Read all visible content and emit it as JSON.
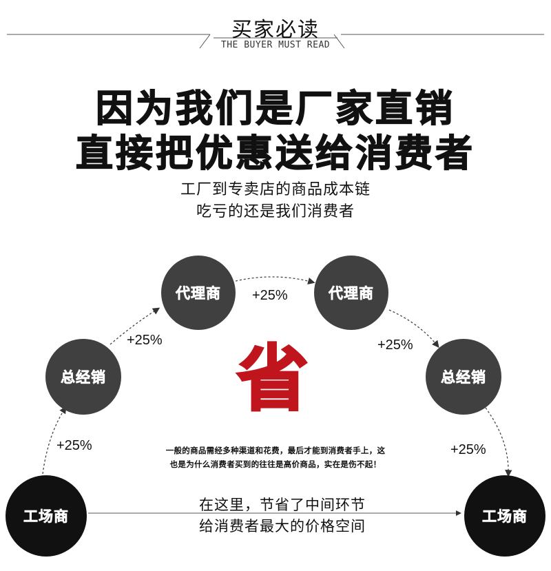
{
  "header": {
    "title": "买家必读",
    "subtitle": "THE BUYER MUST READ"
  },
  "headline": {
    "line1": "因为我们是厂家直销",
    "line2": "直接把优惠送给消费者"
  },
  "subline": {
    "line1": "工厂到专卖店的商品成本链",
    "line2": "吃亏的还是我们消费者"
  },
  "nodes": {
    "factory_left": "工场商",
    "distributor_left": "总经销",
    "agent_left": "代理商",
    "agent_right": "代理商",
    "distributor_right": "总经销",
    "factory_right": "工场商"
  },
  "markups": {
    "m1": "+25%",
    "m2": "+25%",
    "m3": "+25%",
    "m4": "+25%",
    "m5": "+25%"
  },
  "center": {
    "save_char": "省",
    "desc_line1": "一般的商品需经多种渠道和花费，最后才能到消费者手上，这",
    "desc_line2": "也是为什么消费者买到的往往是高价商品，实在是伤不起！"
  },
  "bottom": {
    "line1": "在这里，节省了中间环节",
    "line2": "给消费者最大的价格空间"
  },
  "colors": {
    "accent_red": "#c0151c",
    "node_dark": "#111111",
    "node_mid": "#404040"
  }
}
